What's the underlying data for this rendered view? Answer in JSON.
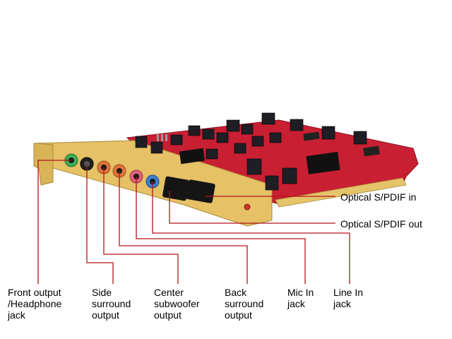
{
  "colors": {
    "leader_line": "#b3141a",
    "pcb": "#c81f32",
    "bracket": "#e6c166",
    "jack_green": "#3fae56",
    "jack_black": "#222222",
    "jack_orange": "#e0733a",
    "jack_pink": "#e1607a",
    "jack_blue": "#3b7fd0"
  },
  "labels": {
    "front_output": "Front output\n/Headphone\njack",
    "side_surround": "Side\nsurround\noutput",
    "center_subwoofer": "Center\nsubwoofer\noutput",
    "back_surround": "Back\nsurround\noutput",
    "mic_in": "Mic In\njack",
    "line_in": "Line In\njack",
    "optical_in": "Optical S/PDIF in",
    "optical_out": "Optical S/PDIF out"
  },
  "icons": {
    "product": "sound-card-photo"
  }
}
